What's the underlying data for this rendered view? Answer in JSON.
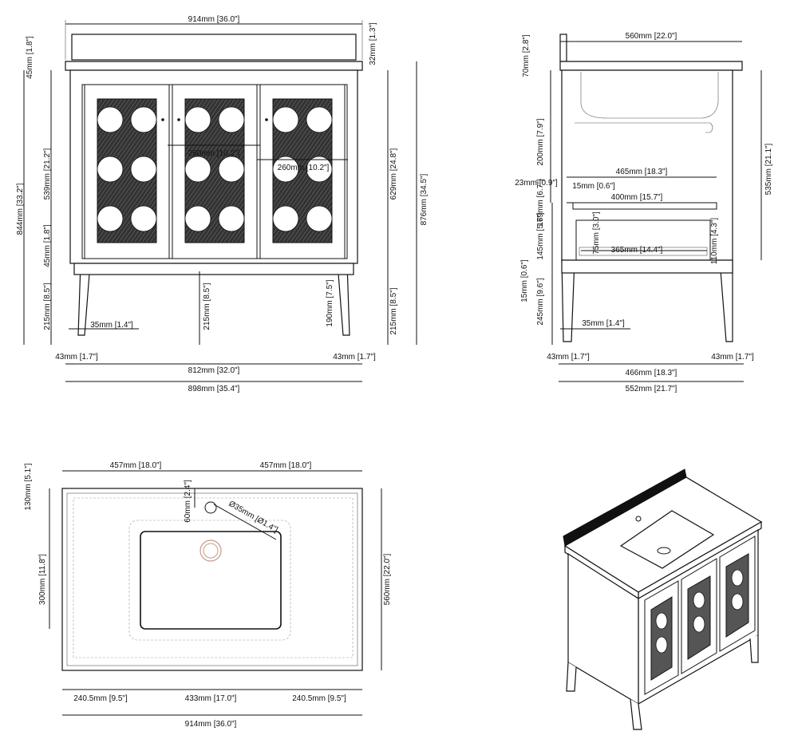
{
  "front_view": {
    "overall_width": "914mm [36.0\"]",
    "backsplash_height": "32mm [1.3\"]",
    "top_thickness": "45mm [1.8\"]",
    "cabinet_height": "539mm [21.2\"]",
    "total_cabinet": "844mm [33.2\"]",
    "bottom_rail": "45mm [1.8\"]",
    "leg_height_left": "215mm [8.5\"]",
    "leg_height_center": "215mm [8.5\"]",
    "leg_height_right": "215mm [8.5\"]",
    "inner_leg_height": "190mm [7.5\"]",
    "door_height": "629mm [24.8\"]",
    "total_height": "876mm [34.5\"]",
    "door_width_center": "260mm [10.2\"]",
    "door_width_right": "260mm [10.2\"]",
    "leg_width": "35mm [1.4\"]",
    "leg_offset_left": "43mm [1.7\"]",
    "leg_offset_right": "43mm [1.7\"]",
    "inner_width": "812mm [32.0\"]",
    "cabinet_width": "898mm [35.4\"]"
  },
  "side_view": {
    "depth": "560mm [22.0\"]",
    "backsplash": "70mm [2.8\"]",
    "upper_space": "200mm [7.9\"]",
    "side_height": "535mm [21.1\"]",
    "top_offset": "23mm [0.9\"]",
    "shelf_depth": "465mm [18.3\"]",
    "shelf_edge": "15mm [0.6\"]",
    "inner_depth": "400mm [15.7\"]",
    "shelf_height": "169mm [6.7\"]",
    "drawer_height": "75mm [3.0\"]",
    "drawer_depth": "365mm [14.4\"]",
    "drawer_side": "110mm [4.3\"]",
    "drawer_gap": "145mm [5.7\"]",
    "bottom_edge": "15mm [0.6\"]",
    "leg_height": "245mm [9.6\"]",
    "leg_width": "35mm [1.4\"]",
    "leg_offset_left": "43mm [1.7\"]",
    "leg_offset_right": "43mm [1.7\"]",
    "inner_width": "466mm [18.3\"]",
    "outer_width": "552mm [21.7\"]"
  },
  "top_view": {
    "half_left": "457mm [18.0\"]",
    "half_right": "457mm [18.0\"]",
    "back_edge": "130mm [5.1\"]",
    "faucet_offset": "60mm [2.4\"]",
    "faucet_hole": "Ø35mm [Ø1.4\"]",
    "sink_depth": "300mm [11.8\"]",
    "total_depth": "560mm [22.0\"]",
    "side_left": "240.5mm [9.5\"]",
    "sink_width": "433mm [17.0\"]",
    "side_right": "240.5mm [9.5\"]",
    "total_width": "914mm [36.0\"]"
  }
}
